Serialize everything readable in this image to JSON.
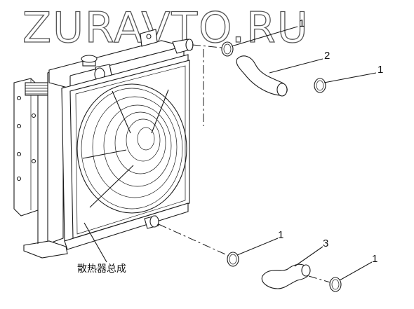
{
  "watermark": "ZURAVTO.RU",
  "callouts": [
    {
      "id": "c1a",
      "label": "1"
    },
    {
      "id": "c2",
      "label": "2"
    },
    {
      "id": "c1b",
      "label": "1"
    },
    {
      "id": "c1c",
      "label": "1"
    },
    {
      "id": "c3",
      "label": "3"
    },
    {
      "id": "c1d",
      "label": "1"
    }
  ],
  "caption": "散热器总成"
}
